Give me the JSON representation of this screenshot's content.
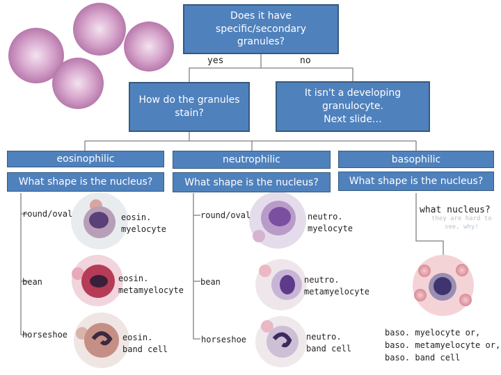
{
  "question_granules": "Does it have\nspecific/secondary\ngranules?",
  "branch_yes": "yes",
  "branch_no": "no",
  "question_stain": "How do the granules\nstain?",
  "not_developing": "It isn't a developing\ngranulocyte.\nNext slide…",
  "categories": {
    "eosinophilic": {
      "title": "eosinophilic",
      "question": "What shape is the nucleus?",
      "rows": [
        {
          "shape": "round/oval",
          "cell": "eosin.\nmyelocyte"
        },
        {
          "shape": "bean",
          "cell": "eosin.\nmetamyelocyte"
        },
        {
          "shape": "horseshoe",
          "cell": "eosin.\nband cell"
        }
      ]
    },
    "neutrophilic": {
      "title": "neutrophilic",
      "question": "What shape is the nucleus?",
      "rows": [
        {
          "shape": "round/oval",
          "cell": "neutro.\nmyelocyte"
        },
        {
          "shape": "bean",
          "cell": "neutro.\nmetamyelocyte"
        },
        {
          "shape": "horseshoe",
          "cell": "neutro.\nband cell"
        }
      ]
    },
    "basophilic": {
      "title": "basophilic",
      "question": "What shape is the nucleus?",
      "nucleus_q": "what nucleus?",
      "nucleus_note": "they are hard to\nsee, why!",
      "cell": "baso. myelocyte or,\nbaso. metamyelocyte or,\nbaso. band cell"
    }
  },
  "colors": {
    "box_fill": "#4f81bd",
    "box_border": "#355a7e",
    "line": "#7f7f7f"
  }
}
